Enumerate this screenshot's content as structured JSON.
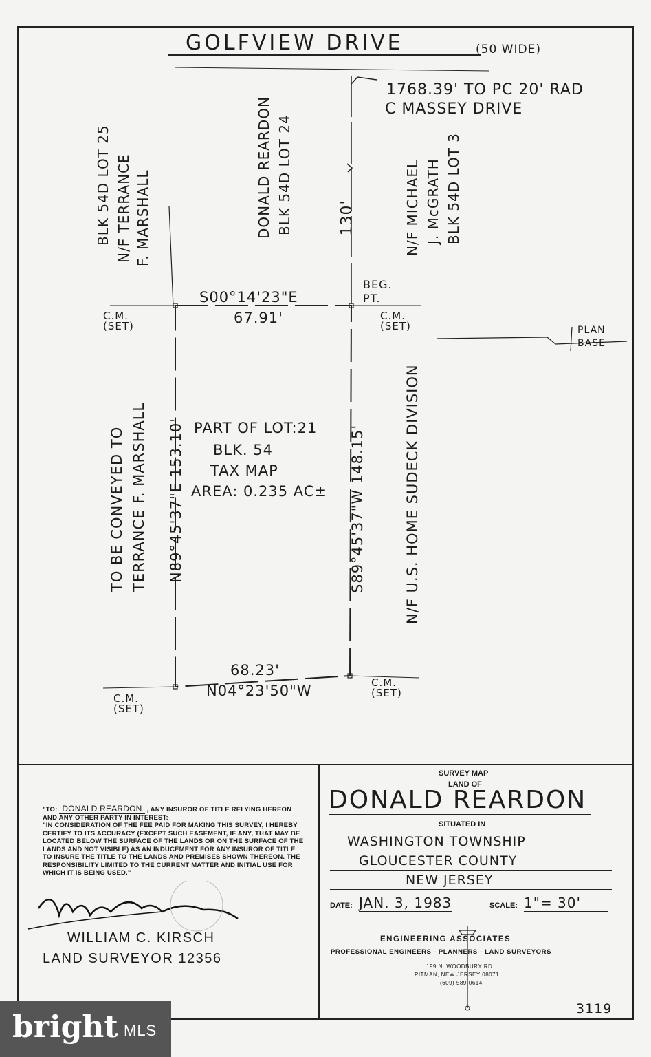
{
  "street": {
    "name": "GOLFVIEW DRIVE",
    "width_note": "(50 WIDE)"
  },
  "reference": {
    "line1": "1768.39' TO PC 20' RAD",
    "line2": "C MASSEY DRIVE"
  },
  "neighbors": {
    "left": [
      "BLK 54D LOT 25",
      "N/F TERRANCE",
      "F. MARSHALL"
    ],
    "top": [
      "DONALD REARDON",
      "BLK 54D LOT 24"
    ],
    "right": [
      "N/F MICHAEL",
      "J. McGRATH",
      "BLK 54D LOT 3"
    ],
    "west_conveyance": [
      "TO BE CONVEYED TO",
      "TERRANCE F. MARSHALL"
    ],
    "east_division": "N/F U.S. HOME SUDECK DIVISION"
  },
  "frontage_dim": "130'",
  "beg_pt": [
    "BEG.",
    "PT."
  ],
  "plan_base": [
    "PLAN",
    "BASE"
  ],
  "monuments": [
    "C.M. (SET)",
    "C.M. (SET)",
    "C.M. (SET)",
    "C.M. (SET)"
  ],
  "bearings": {
    "north": {
      "bearing": "S00°14'23\"E",
      "distance": "67.91'"
    },
    "south": {
      "bearing": "N04°23'50\"W",
      "distance": "68.23'"
    },
    "west": "N89°45'37\"E 153.10'",
    "east": "S89°45'37\"W 148.15'"
  },
  "parcel": {
    "line1": "PART OF LOT:21",
    "line2": "BLK. 54",
    "line3": "TAX MAP",
    "line4": "AREA: 0.235 AC±"
  },
  "certification": {
    "to_prefix": "\"TO:",
    "to_name": "DONALD REARDON",
    "to_suffix": ", ANY INSUROR OF TITLE RELYING HEREON AND ANY OTHER PARTY IN INTEREST:",
    "body": "\"IN CONSIDERATION OF THE FEE PAID FOR MAKING THIS SURVEY, I HEREBY CERTIFY TO ITS ACCURACY (EXCEPT SUCH EASEMENT, IF ANY, THAT MAY BE LOCATED BELOW THE SURFACE OF THE LANDS OR ON THE SURFACE OF THE LANDS AND NOT VISIBLE) AS AN INDUCEMENT FOR ANY INSUROR OF TITLE TO INSURE THE TITLE TO THE LANDS AND PREMISES SHOWN THEREON. THE RESPONSIBILITY LIMITED TO THE CURRENT MATTER AND INITIAL USE FOR WHICH IT IS BEING USED.\"",
    "surveyor_name": "WILLIAM C. KIRSCH",
    "surveyor_title": "LAND SURVEYOR 12356"
  },
  "title_block": {
    "heading1": "SURVEY MAP",
    "heading2": "LAND OF",
    "owner": "DONALD REARDON",
    "situated": "SITUATED IN",
    "township": "WASHINGTON TOWNSHIP",
    "county": "GLOUCESTER COUNTY",
    "state": "NEW JERSEY",
    "date_label": "DATE:",
    "date_value": "JAN. 3, 1983",
    "scale_label": "SCALE:",
    "scale_value": "1\"= 30'",
    "firm": "ENGINEERING ASSOCIATES",
    "firm_sub": "PROFESSIONAL ENGINEERS - PLANNERS - LAND SURVEYORS",
    "address1": "199 N. WOODBURY RD.",
    "address2": "PITMAN, NEW JERSEY 08071",
    "phone": "(609) 589-0614",
    "drawing_no": "3119"
  },
  "watermark": {
    "brand": "bright",
    "suffix": "MLS"
  }
}
